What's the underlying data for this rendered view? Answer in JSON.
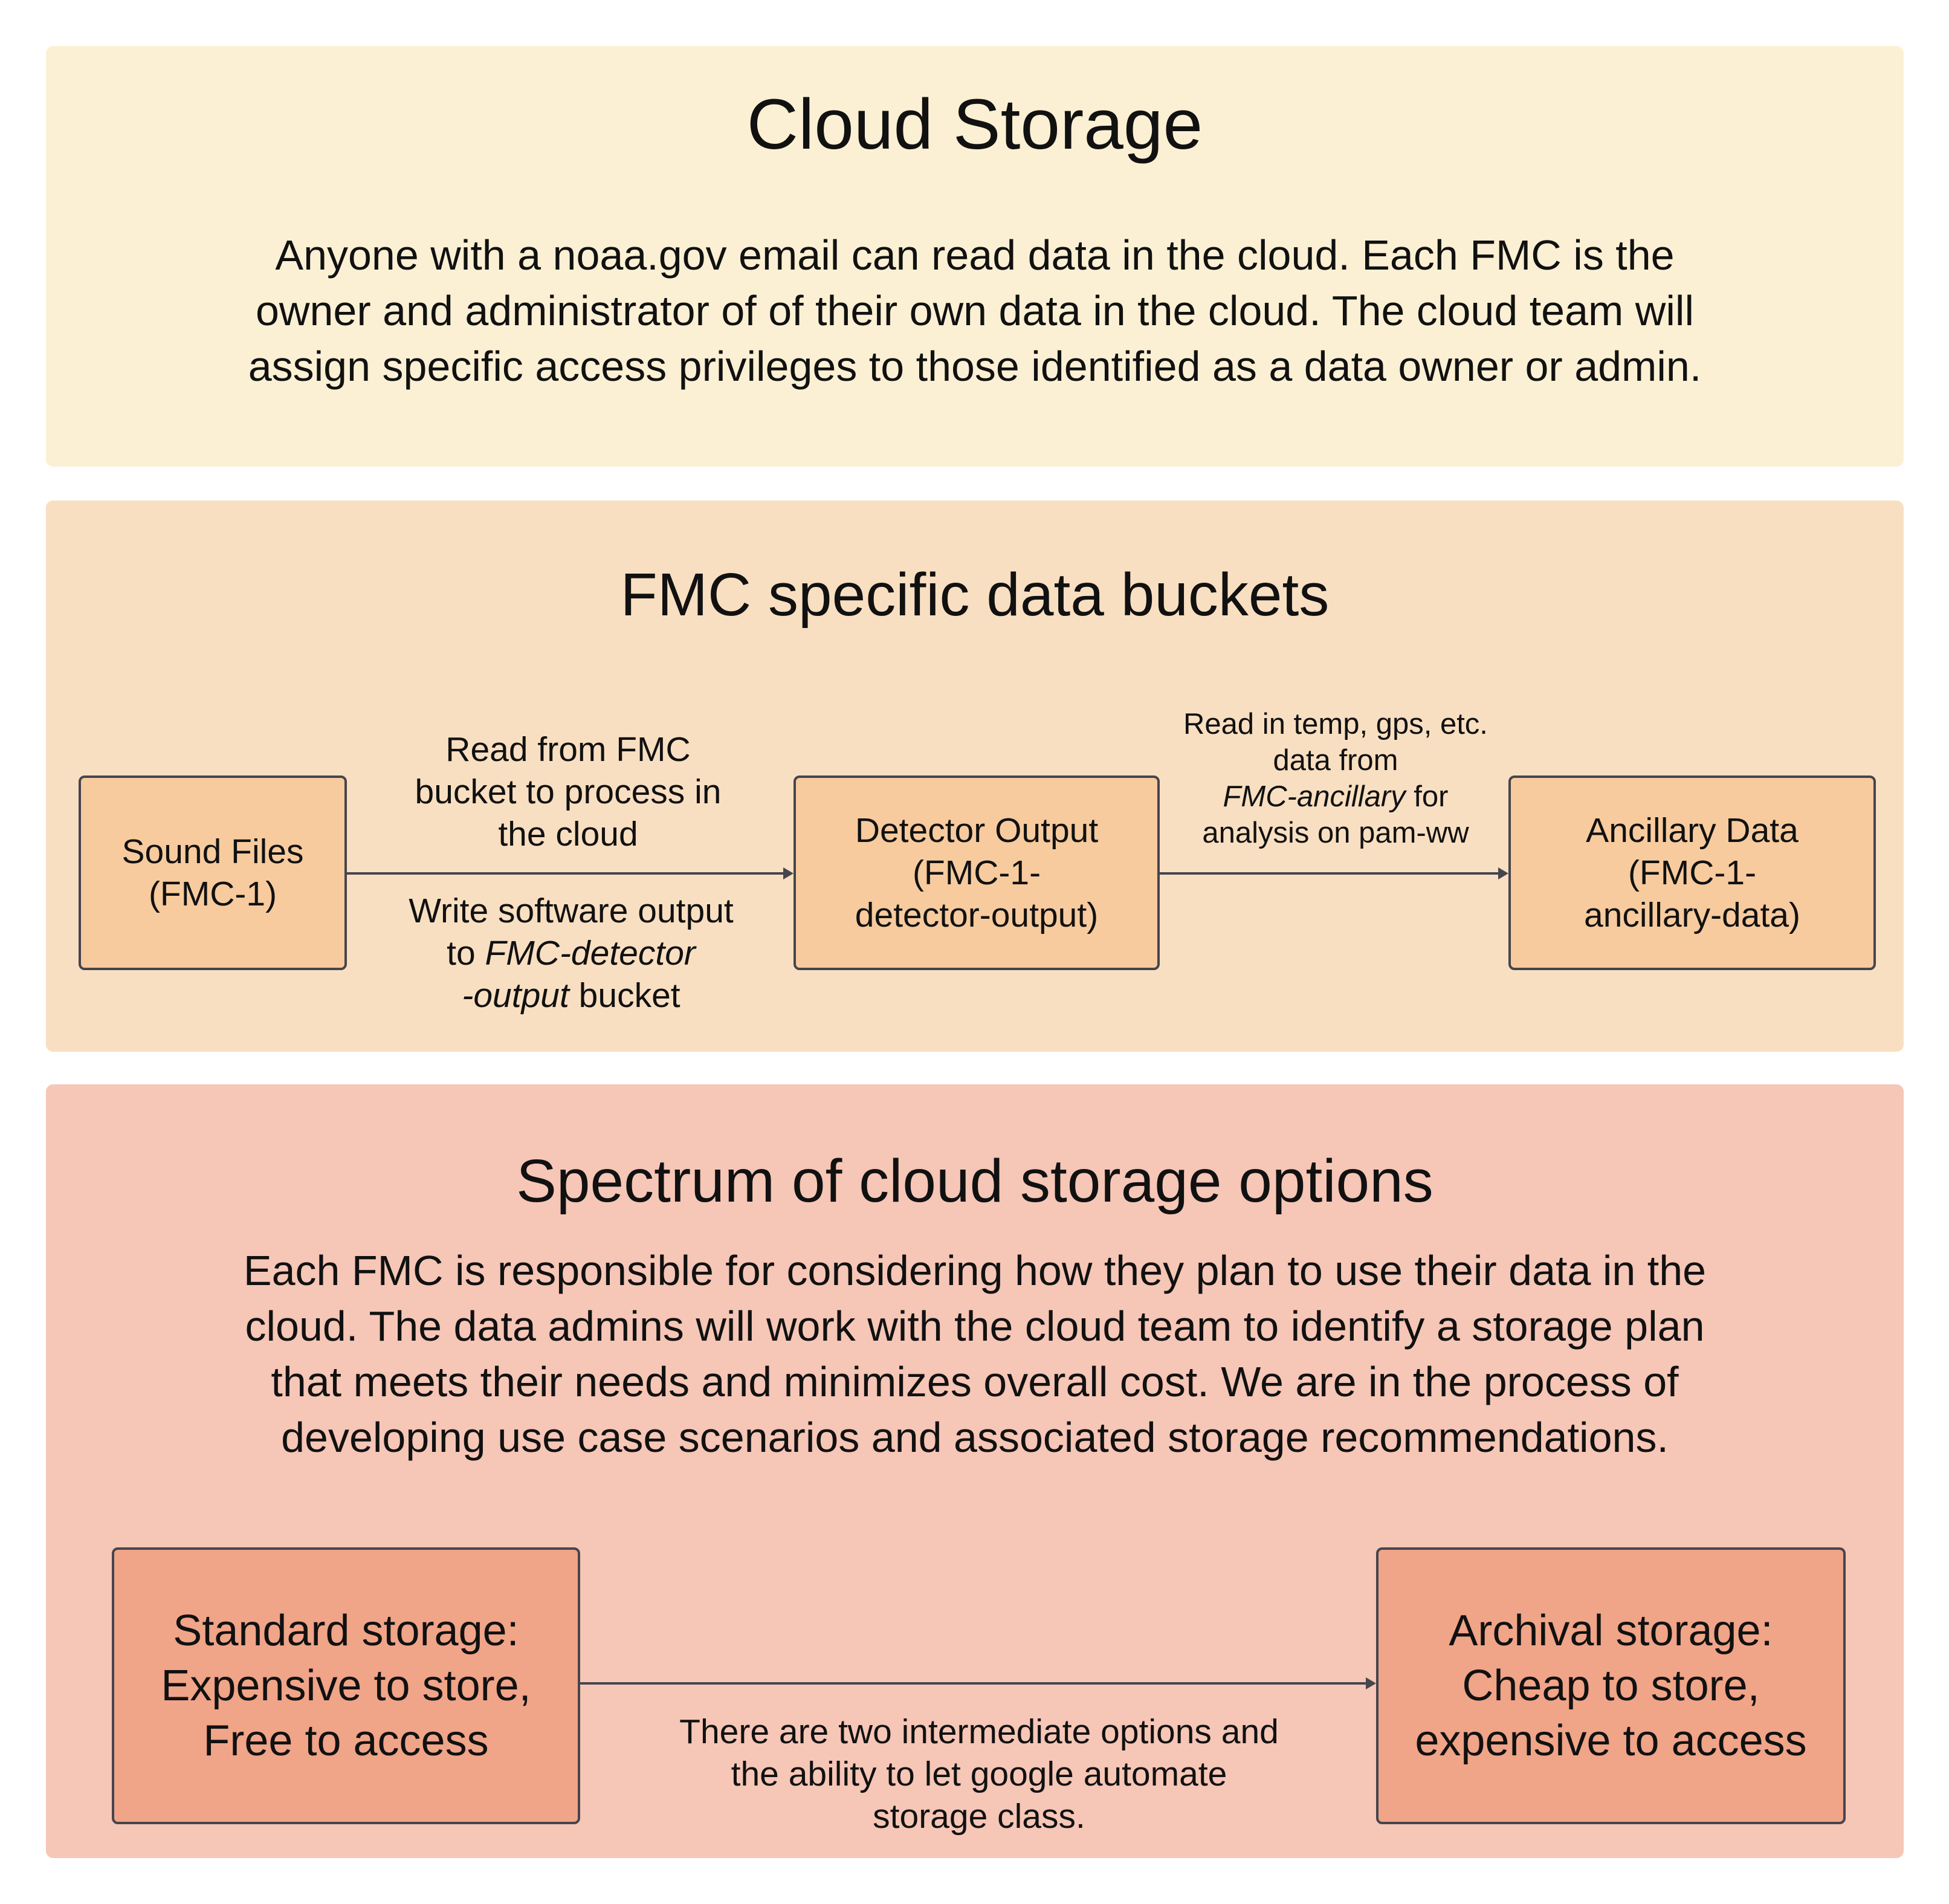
{
  "colors": {
    "panel_top": "#fcf0d4",
    "panel_middle": "#f9dfc1",
    "panel_bottom": "#f6c6b6",
    "node_orange": "#f7cb9e",
    "node_salmon": "#f0a488",
    "stroke": "#45454d"
  },
  "cloud_storage": {
    "title": "Cloud Storage",
    "lines": [
      "Anyone with a noaa.gov email can read data in the cloud. Each FMC is the",
      "owner and administrator of of their own data in the cloud. The cloud team will",
      "assign specific access privileges to those identified as a data owner or admin."
    ]
  },
  "buckets": {
    "title": "FMC specific data buckets",
    "nodes": {
      "sound": [
        "Sound Files",
        "(FMC-1)"
      ],
      "detector": [
        "Detector Output",
        "(FMC-1-",
        "detector-output)"
      ],
      "ancillary": [
        "Ancillary Data",
        "(FMC-1-",
        "ancillary-data)"
      ]
    },
    "edge1_top": [
      "Read from FMC",
      "bucket to process in",
      "the cloud"
    ],
    "edge1_bottom": {
      "line1": "Write software output",
      "line2_plain": "to ",
      "line2_italic": "FMC-detector",
      "line3_italic": "-output",
      "line3_plain": " bucket"
    },
    "edge2": {
      "line1": "Read in temp, gps, etc.",
      "line2": "data from",
      "line3_italic": "FMC-ancillary",
      "line3_plain": " for",
      "line4": "analysis on pam-ww"
    }
  },
  "spectrum": {
    "title": "Spectrum of cloud storage options",
    "lines": [
      "Each FMC is responsible for considering how they plan to use their data in the",
      "cloud. The data admins will work with the cloud team to identify a storage plan",
      "that meets their needs and minimizes overall cost. We are in the process of",
      "developing use case scenarios and associated storage recommendations."
    ],
    "standard": [
      "Standard storage:",
      "Expensive to store,",
      "Free to access"
    ],
    "archival": [
      "Archival storage:",
      "Cheap to store,",
      "expensive to access"
    ],
    "edge_label": [
      "There are two intermediate options and",
      "the ability to let google automate",
      "storage class."
    ]
  }
}
